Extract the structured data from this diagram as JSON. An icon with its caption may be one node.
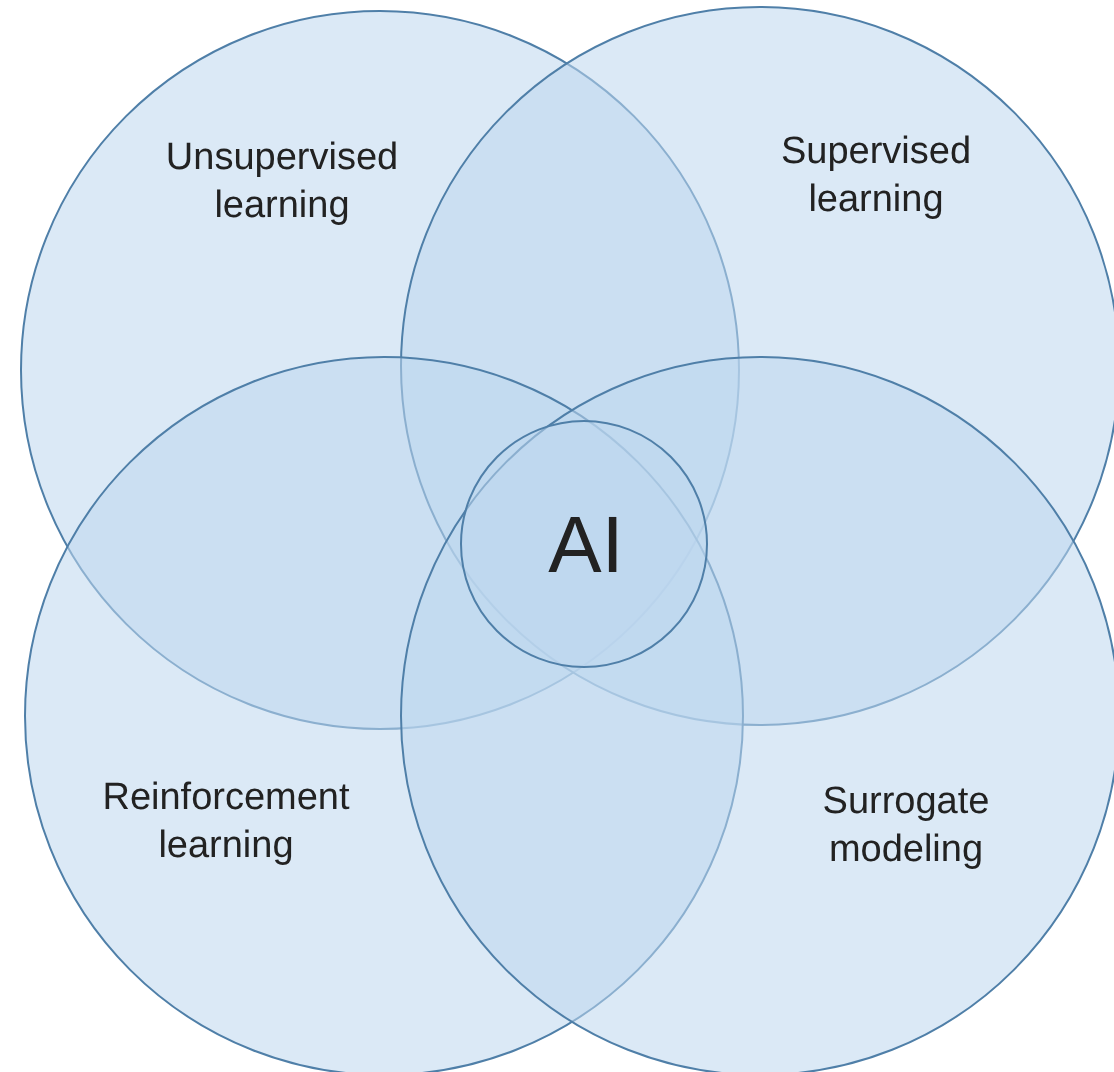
{
  "diagram": {
    "nodes": [
      {
        "text": [
          "Unsupervised learning"
        ]
      },
      {
        "text": [
          "Supervised learning"
        ]
      },
      {
        "text": [
          "Reinforcement learning"
        ]
      },
      {
        "text": [
          "Surrogate modeling"
        ]
      },
      {
        "text": [
          "AI"
        ]
      }
    ]
  }
}
